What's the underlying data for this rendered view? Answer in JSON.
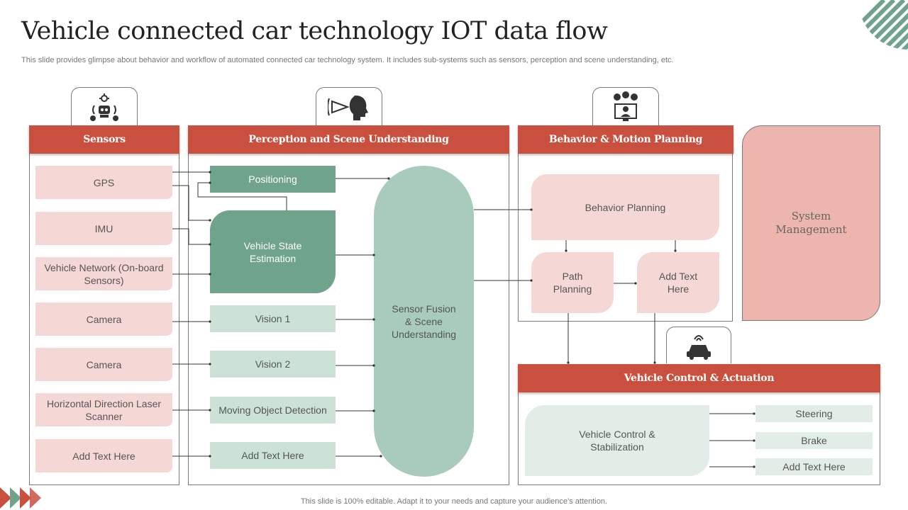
{
  "title": "Vehicle connected car technology IOT data flow",
  "subtitle": "This slide provides glimpse about behavior and workflow of automated connected car technology system. It includes sub-systems such as sensors, perception and scene understanding, etc.",
  "footer": "This slide is 100% editable. Adapt it to your needs and capture your audience’s attention.",
  "colors": {
    "header_red": "#c9503f",
    "pink_box": "#f5d7d5",
    "dark_green": "#6fa38b",
    "light_green": "#cde2d7",
    "fusion_green": "#a9cbbb",
    "system_pink": "#ecb5ae",
    "accent_stripes": "#6fa38b"
  },
  "sensors": {
    "header": "Sensors",
    "icon": "robot-sensor-icon",
    "items": [
      "GPS",
      "IMU",
      "Vehicle Network (On-board Sensors)",
      "Camera",
      "Camera",
      "Horizontal Direction Laser Scanner",
      "Add Text Here"
    ]
  },
  "perception": {
    "header": "Perception and Scene Understanding",
    "icon": "head-perception-icon",
    "positioning": "Positioning",
    "state_estimation": "Vehicle State Estimation",
    "vision1": "Vision 1",
    "vision2": "Vision 2",
    "moving_object": "Moving Object Detection",
    "add_text": "Add Text Here",
    "fusion": "Sensor Fusion & Scene Understanding"
  },
  "behavior": {
    "header": "Behavior & Motion Planning",
    "icon": "team-monitor-icon",
    "behavior_planning": "Behavior Planning",
    "path_planning": "Path Planning",
    "add_text": "Add Text Here"
  },
  "system": {
    "label": "System Management"
  },
  "control": {
    "header": "Vehicle Control & Actuation",
    "icon": "car-signal-icon",
    "main": "Vehicle Control & Stabilization",
    "outputs": [
      "Steering",
      "Brake",
      "Add Text Here"
    ]
  }
}
